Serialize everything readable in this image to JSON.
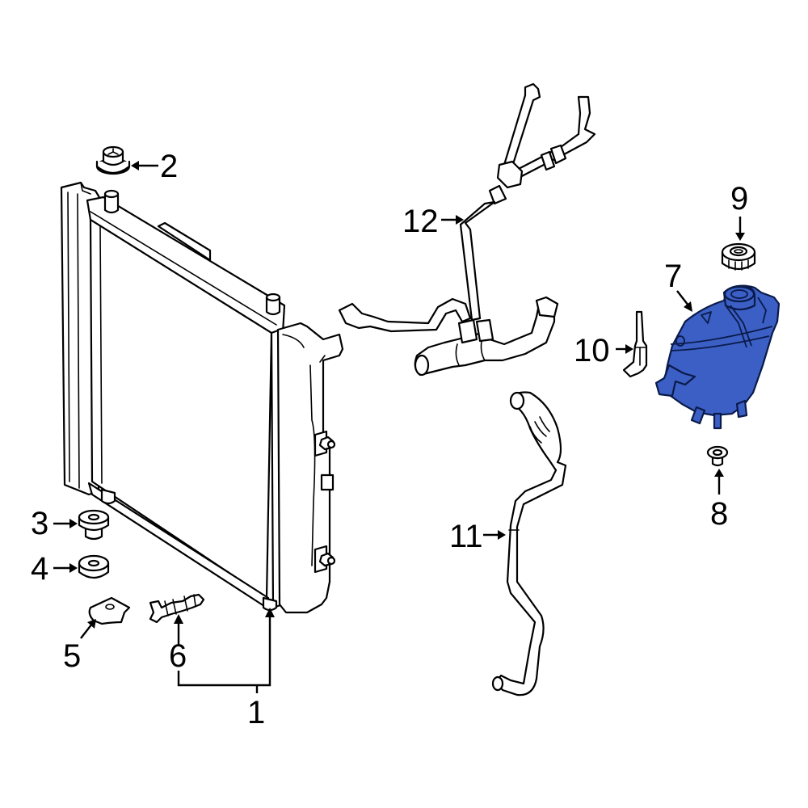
{
  "diagram": {
    "type": "exploded parts diagram",
    "subject": "Radiator and coolant reservoir assembly",
    "highlight_color": "#3b5fc4",
    "line_color": "#000000",
    "background_color": "#ffffff"
  },
  "callouts": [
    {
      "number": "1",
      "part": "radiator",
      "highlighted": false
    },
    {
      "number": "2",
      "part": "upper-mount-cap",
      "highlighted": false
    },
    {
      "number": "3",
      "part": "lower-insulator",
      "highlighted": false
    },
    {
      "number": "4",
      "part": "insulator-bushing",
      "highlighted": false
    },
    {
      "number": "5",
      "part": "clip",
      "highlighted": false
    },
    {
      "number": "6",
      "part": "drain-plug",
      "highlighted": false
    },
    {
      "number": "7",
      "part": "coolant-reservoir",
      "highlighted": true
    },
    {
      "number": "8",
      "part": "grommet",
      "highlighted": false
    },
    {
      "number": "9",
      "part": "reservoir-cap",
      "highlighted": false
    },
    {
      "number": "10",
      "part": "level-sensor",
      "highlighted": false
    },
    {
      "number": "11",
      "part": "reservoir-hose",
      "highlighted": false
    },
    {
      "number": "12",
      "part": "coolant-hose-assembly",
      "highlighted": false
    }
  ]
}
